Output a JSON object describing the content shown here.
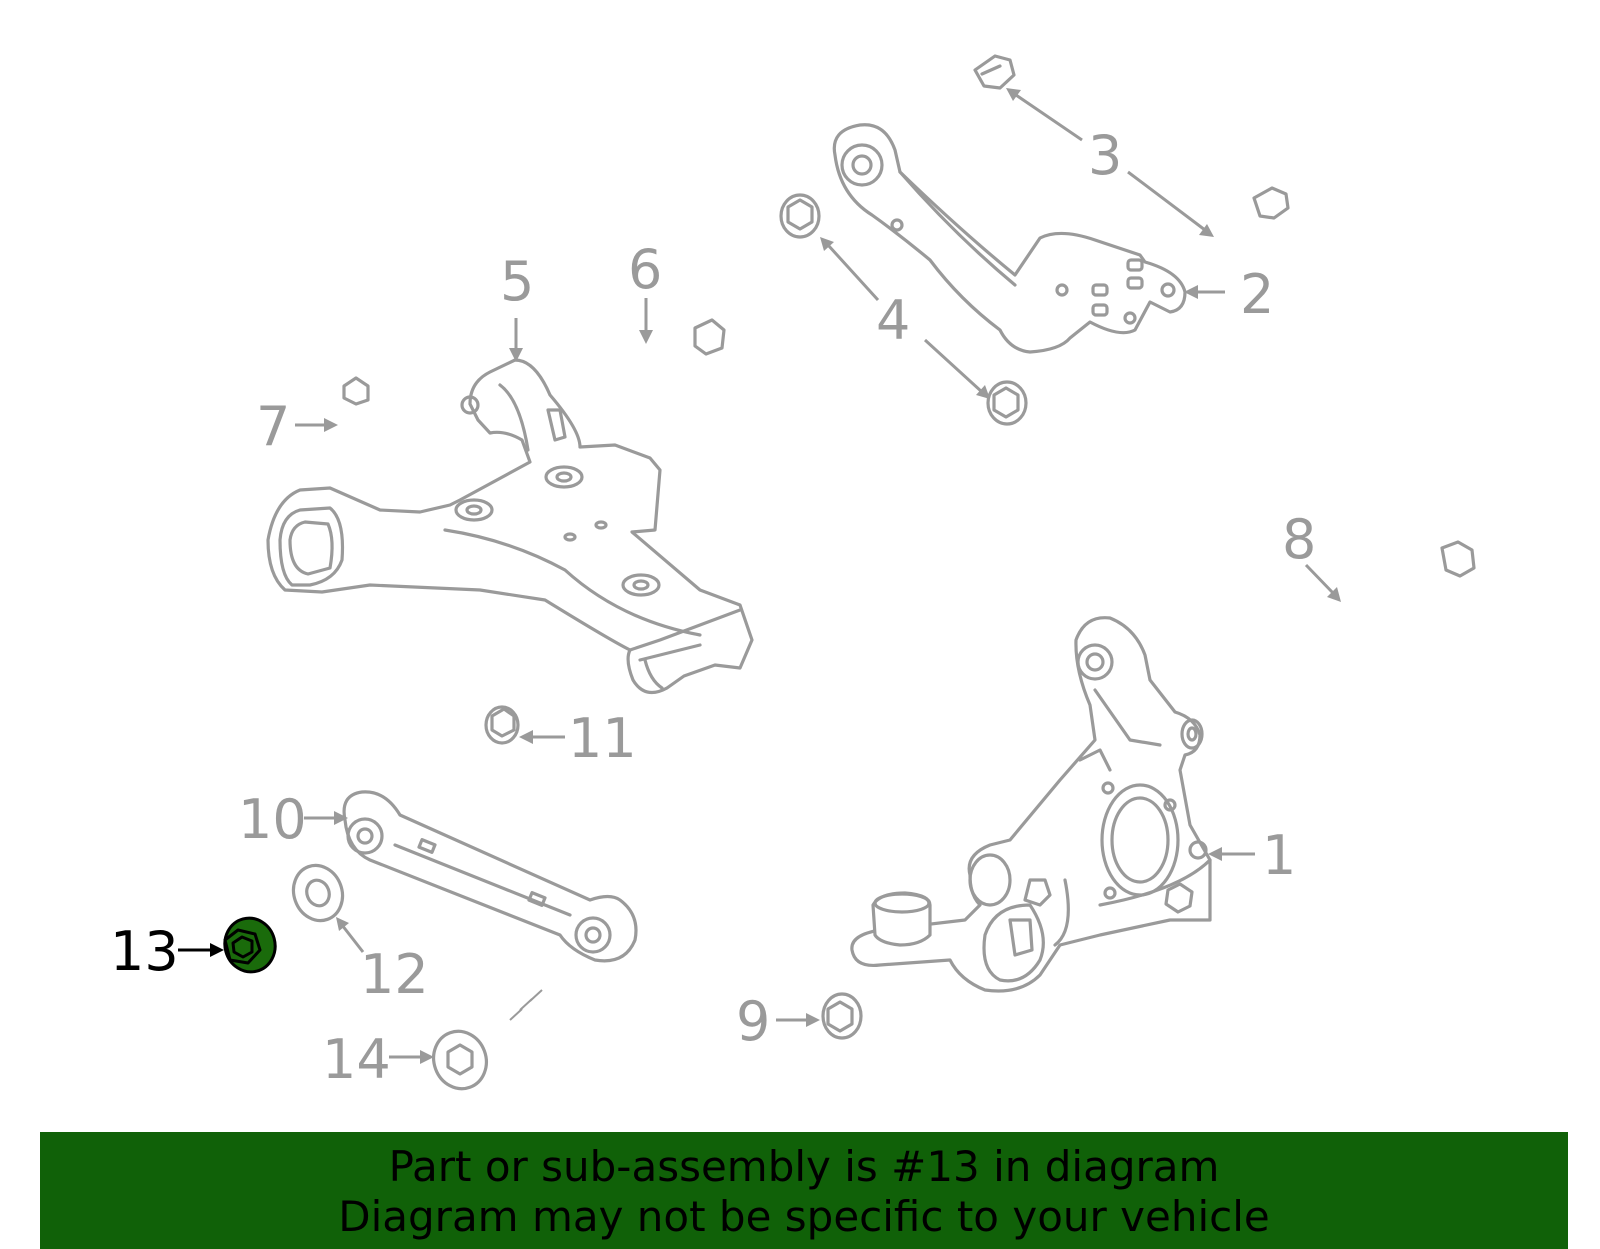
{
  "diagram": {
    "highlighted_part": "13",
    "highlight_color": "#1a6b0b",
    "line_color": "#9a9a9a",
    "callouts": {
      "c1": "1",
      "c2": "2",
      "c3": "3",
      "c4": "4",
      "c5": "5",
      "c6": "6",
      "c7": "7",
      "c8": "8",
      "c9": "9",
      "c10": "10",
      "c11": "11",
      "c12": "12",
      "c13": "13",
      "c14": "14"
    }
  },
  "banner": {
    "background": "#106108",
    "line1": "Part or sub-assembly is #13 in diagram",
    "line2": "Diagram may not be specific to your vehicle"
  }
}
